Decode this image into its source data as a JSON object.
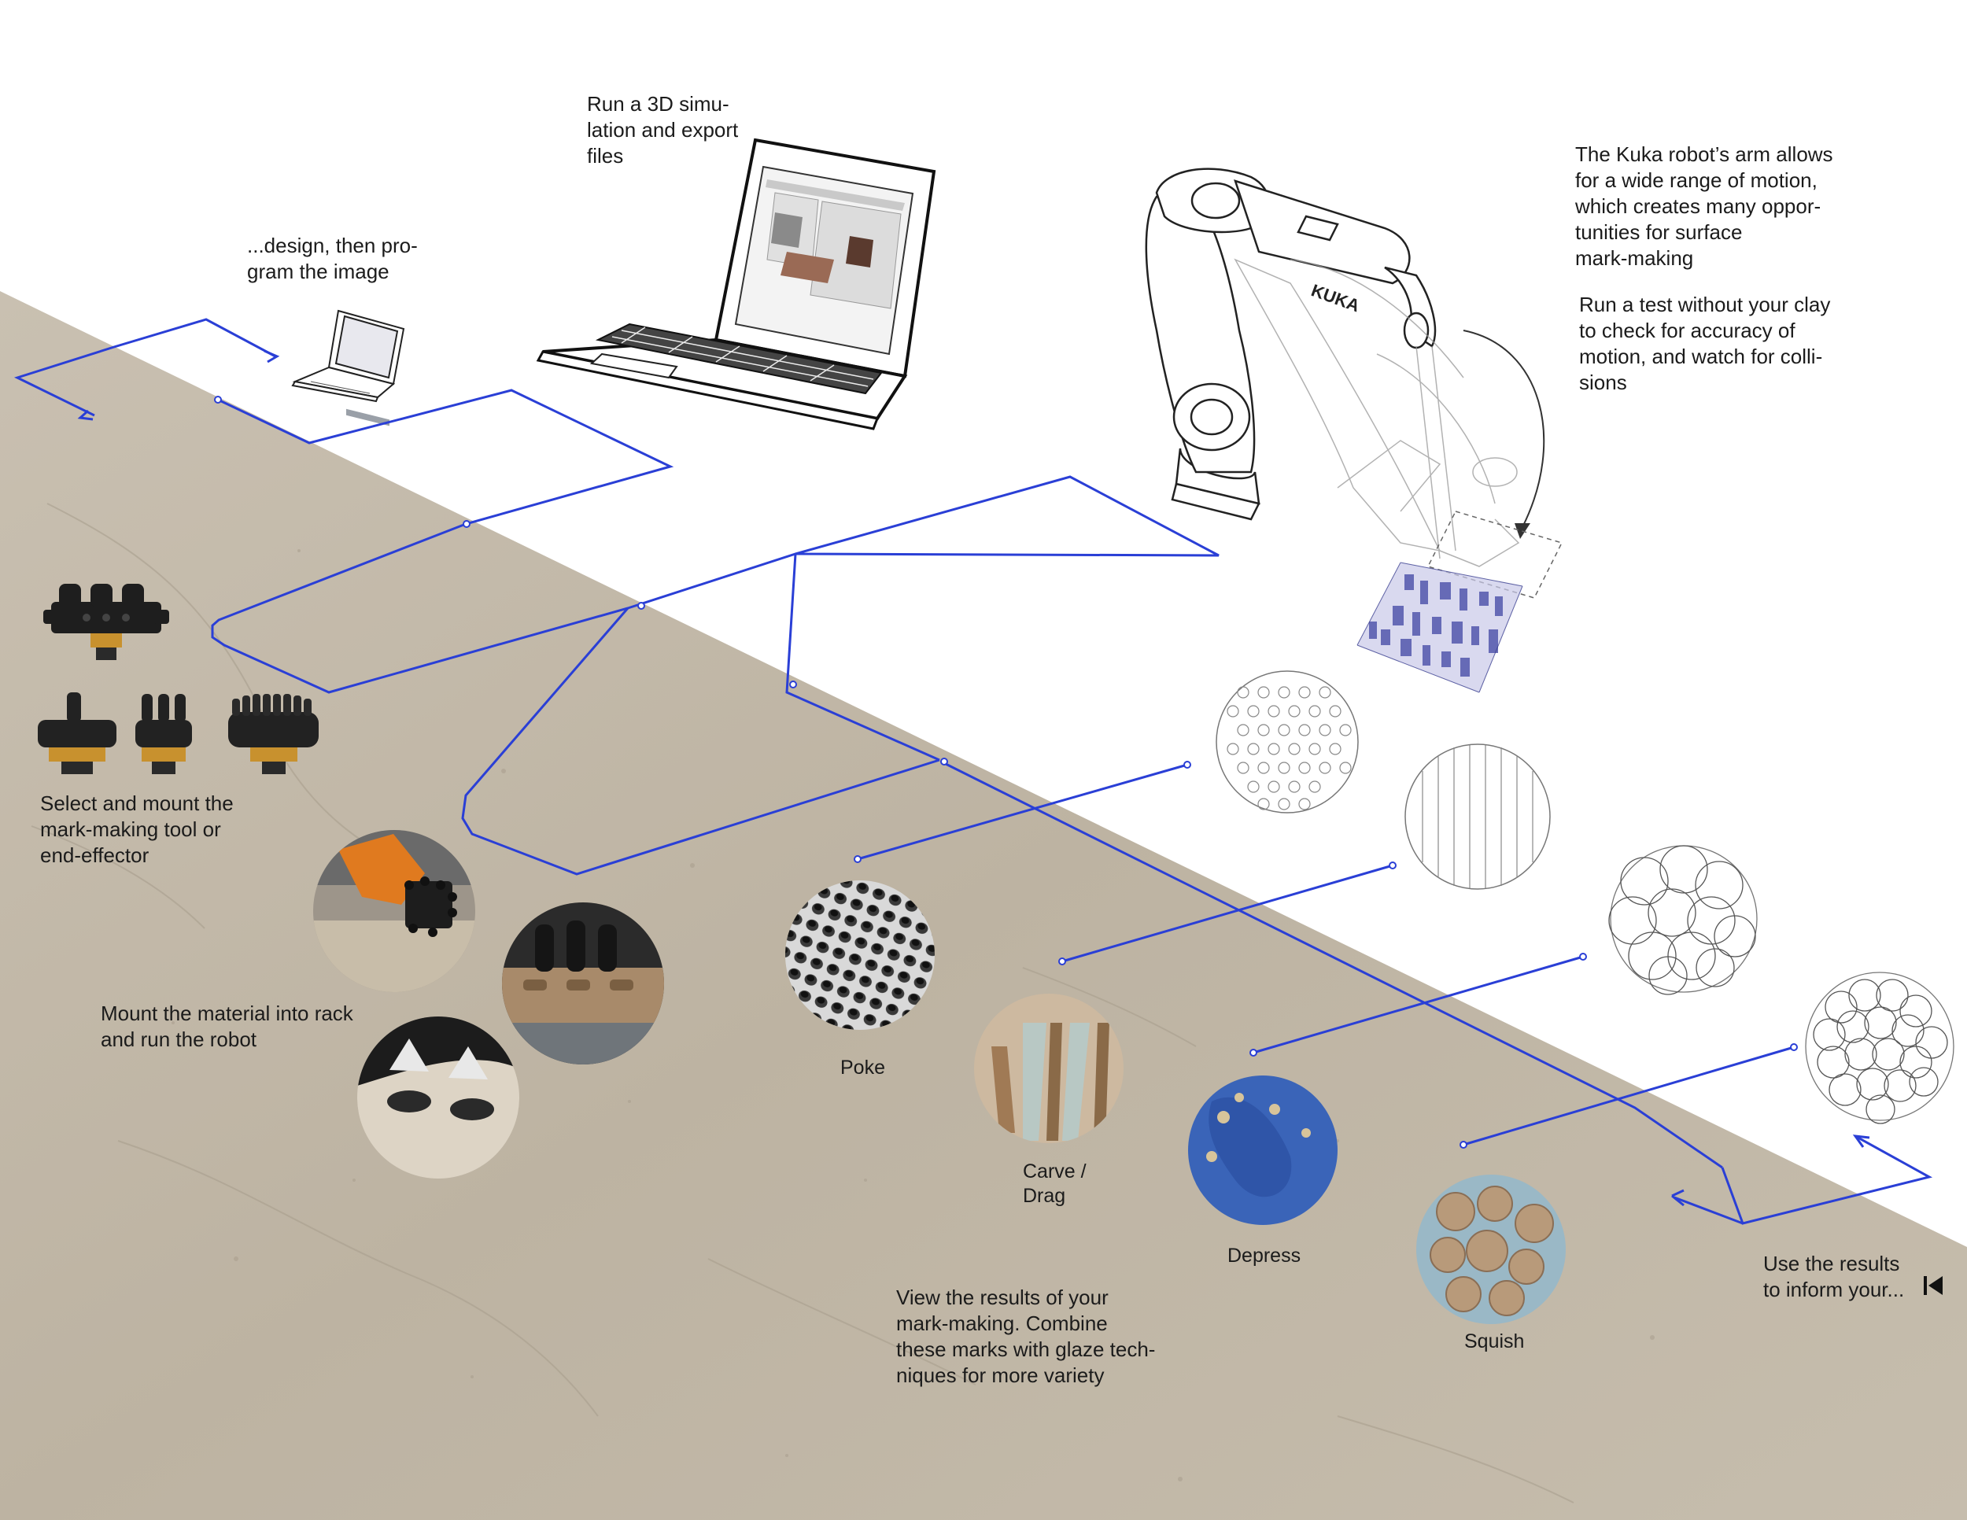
{
  "steps": {
    "design": "...design, then pro-\ngram the image",
    "simulate": "Run a 3D simu-\nlation and export\nfiles",
    "robot_arm": "The Kuka robot’s arm allows\nfor a wide range of motion,\nwhich creates many oppor-\ntunities for surface\nmark-making",
    "test_run": "Run a test without your clay\nto check for accuracy of\nmotion, and watch for colli-\nsions",
    "select_tool": "Select and mount the\nmark-making tool or\nend-effector",
    "mount_material": "Mount the material into rack\nand run the robot",
    "view_results": "View the results of your\nmark-making. Combine\nthese marks with glaze tech-\nniques for more variety",
    "use_results": "Use the results\nto inform your..."
  },
  "techniques": {
    "poke": "Poke",
    "carve": "Carve /\nDrag",
    "depress": "Depress",
    "squish": "Squish"
  },
  "colors": {
    "path": "#2a3fd6",
    "concrete": "#bdb3a3",
    "concrete_light": "#cdc4b5",
    "sketch": "#222222",
    "robot_sim": "#5a5fb0"
  },
  "icons": {
    "restart": "skip-back-icon"
  }
}
